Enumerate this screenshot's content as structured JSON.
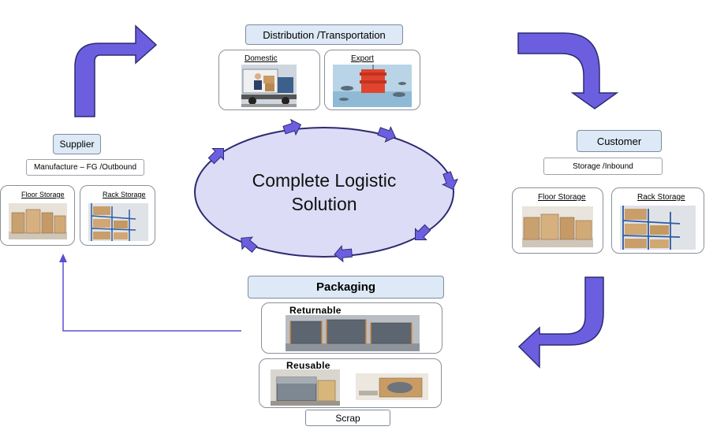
{
  "distribution": {
    "title": "Distribution /Transportation",
    "domestic": "Domestic",
    "export": "Export"
  },
  "supplier": {
    "title": "Supplier",
    "subtitle": "Manufacture – FG /Outbound",
    "floor": "Floor Storage",
    "rack": "Rack Storage"
  },
  "customer": {
    "title": "Customer",
    "subtitle": "Storage /Inbound",
    "floor": "Floor Storage",
    "rack": "Rack Storage"
  },
  "center": {
    "line1": "Complete Logistic",
    "line2": "Solution"
  },
  "packaging": {
    "title": "Packaging",
    "returnable": "Returnable",
    "reusable": "Reusable",
    "scrap": "Scrap"
  },
  "colors": {
    "arrow_fill": "#6b5fe0",
    "arrow_stroke": "#2e2a70",
    "ellipse_fill": "#dcdcf6",
    "label_fill": "#dde9f6",
    "line": "#5a50d0"
  }
}
